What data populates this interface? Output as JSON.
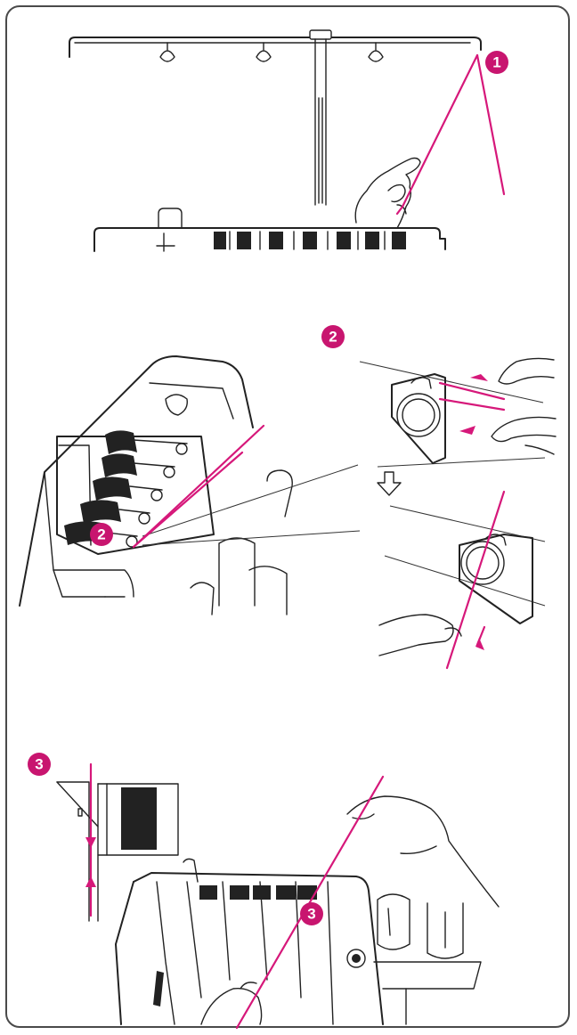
{
  "steps": [
    {
      "badge": "1"
    },
    {
      "badge": "2"
    },
    {
      "badge": "2"
    },
    {
      "badge": "3"
    },
    {
      "badge": "3"
    }
  ],
  "colors": {
    "thread": "#d6187a",
    "badge": "#c8156f",
    "line": "#222222",
    "frame": "#4a4a4a"
  }
}
